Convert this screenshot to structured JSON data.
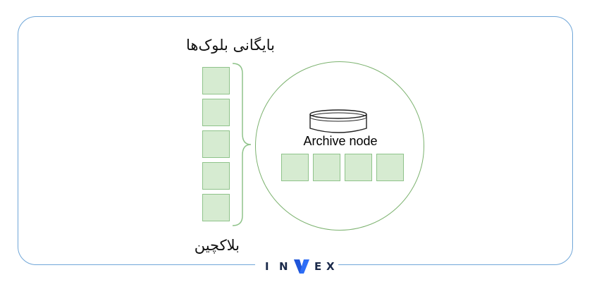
{
  "labels": {
    "archive_title": "بایگانی بلوک‌ها",
    "blockchain": "بلاکچین",
    "archive_node": "Archive node"
  },
  "logo": {
    "letters": [
      "I",
      "N",
      "V",
      "E",
      "X"
    ],
    "text_color": "#1b2a4a",
    "accent_color": "#2d6df6"
  },
  "colors": {
    "frame_border": "#6fa6d8",
    "block_fill": "#d6ebd1",
    "block_border": "#8fc38a",
    "circle_border": "#7cb26f"
  },
  "icons": {
    "database": "database-icon",
    "brace": "curly-brace"
  }
}
